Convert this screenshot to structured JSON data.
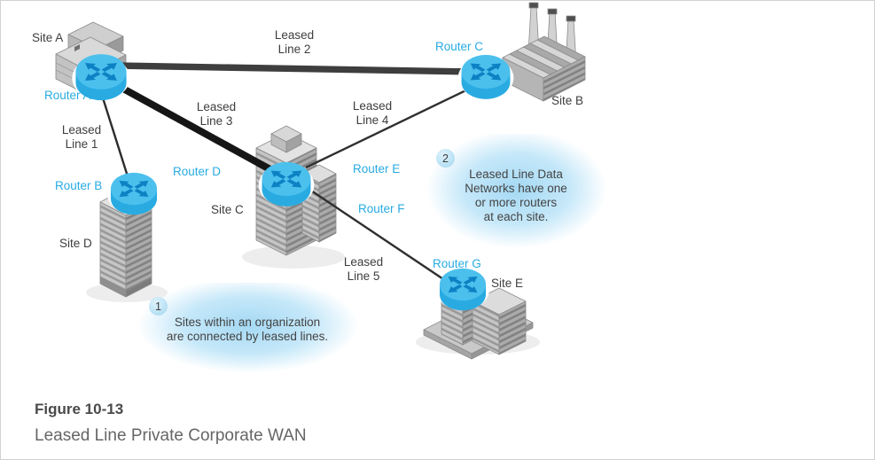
{
  "figure": {
    "caption_label": "Figure 10-13",
    "caption_title": "Leased Line Private Corporate WAN"
  },
  "sites": {
    "a": {
      "label": "Site A",
      "building": "office-machine"
    },
    "b": {
      "label": "Site B",
      "building": "factory-with-smokestacks"
    },
    "c": {
      "label": "Site C",
      "building": "skyscraper"
    },
    "d": {
      "label": "Site D",
      "building": "tower"
    },
    "e": {
      "label": "Site E",
      "building": "office-complex-on-platform"
    }
  },
  "routers": {
    "a": {
      "label": "Router A"
    },
    "b": {
      "label": "Router B"
    },
    "c": {
      "label": "Router C"
    },
    "d": {
      "label": "Router D"
    },
    "e": {
      "label": "Router E"
    },
    "f": {
      "label": "Router F"
    },
    "g": {
      "label": "Router G"
    }
  },
  "leased_lines": {
    "line1": {
      "word1": "Leased",
      "word2": "Line 1",
      "from": "Router A",
      "to": "Router B",
      "weight": "thin"
    },
    "line2": {
      "word1": "Leased",
      "word2": "Line 2",
      "from": "Router A",
      "to": "Router C",
      "weight": "thick"
    },
    "line3": {
      "word1": "Leased",
      "word2": "Line 3",
      "from": "Router A",
      "to": "Router D",
      "weight": "thick"
    },
    "line4": {
      "word1": "Leased",
      "word2": "Line 4",
      "from": "Router E",
      "to": "Router C",
      "weight": "thin"
    },
    "line5": {
      "word1": "Leased",
      "word2": "Line 5",
      "from": "Router F",
      "to": "Router G",
      "weight": "thin"
    }
  },
  "callouts": {
    "c1": {
      "number": "1",
      "line1": "Sites within an organization",
      "line2": "are connected by leased lines."
    },
    "c2": {
      "number": "2",
      "line1": "Leased Line Data",
      "line2": "Networks have one",
      "line3": "or more routers",
      "line4": "at each site."
    }
  },
  "colors": {
    "router_cyan": "#29abe2",
    "router_top": "#4cc0ed",
    "router_arrow": "#0c82c4",
    "router_label": "#29abe2",
    "callout_glow": "#a9dcf5",
    "thick_line": "#3e3e3e",
    "black_line": "#161616",
    "text": "#3d3d3d"
  }
}
